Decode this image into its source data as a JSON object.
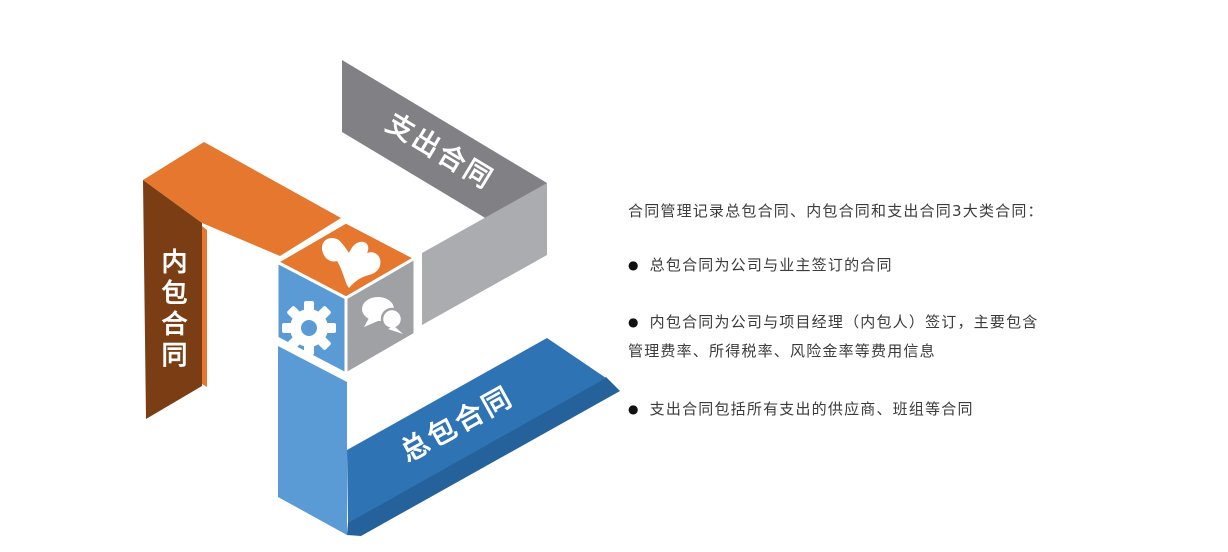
{
  "diagram": {
    "internal": {
      "label": "内包合同"
    },
    "expenditure": {
      "label": "支出合同"
    },
    "general": {
      "label": "总包合同"
    },
    "icons": {
      "top": "hand-icon",
      "left": "gear-icon",
      "right": "chat-icon"
    },
    "colors": {
      "orange": "#E6772E",
      "brown": "#7B3E14",
      "gray_band": "#818185",
      "gray_side": "#ABACAF",
      "cube_gray": "#A0A1A5",
      "blue_light": "#5B9BD5",
      "blue_band": "#2E74B5",
      "blue_dark": "#25629B",
      "icon_white": "#FFFFFF"
    }
  },
  "content": {
    "intro": "合同管理记录总包合同、内包合同和支出合同3大类合同：",
    "bullet_marker": "●",
    "bullets": [
      {
        "lines": [
          "总包合同为公司与业主签订的合同"
        ]
      },
      {
        "lines": [
          "内包合同为公司与项目经理（内包人）签订，主要包含",
          "管理费率、所得税率、风险金率等费用信息"
        ]
      },
      {
        "lines": [
          "支出合同包括所有支出的供应商、班组等合同"
        ]
      }
    ]
  }
}
